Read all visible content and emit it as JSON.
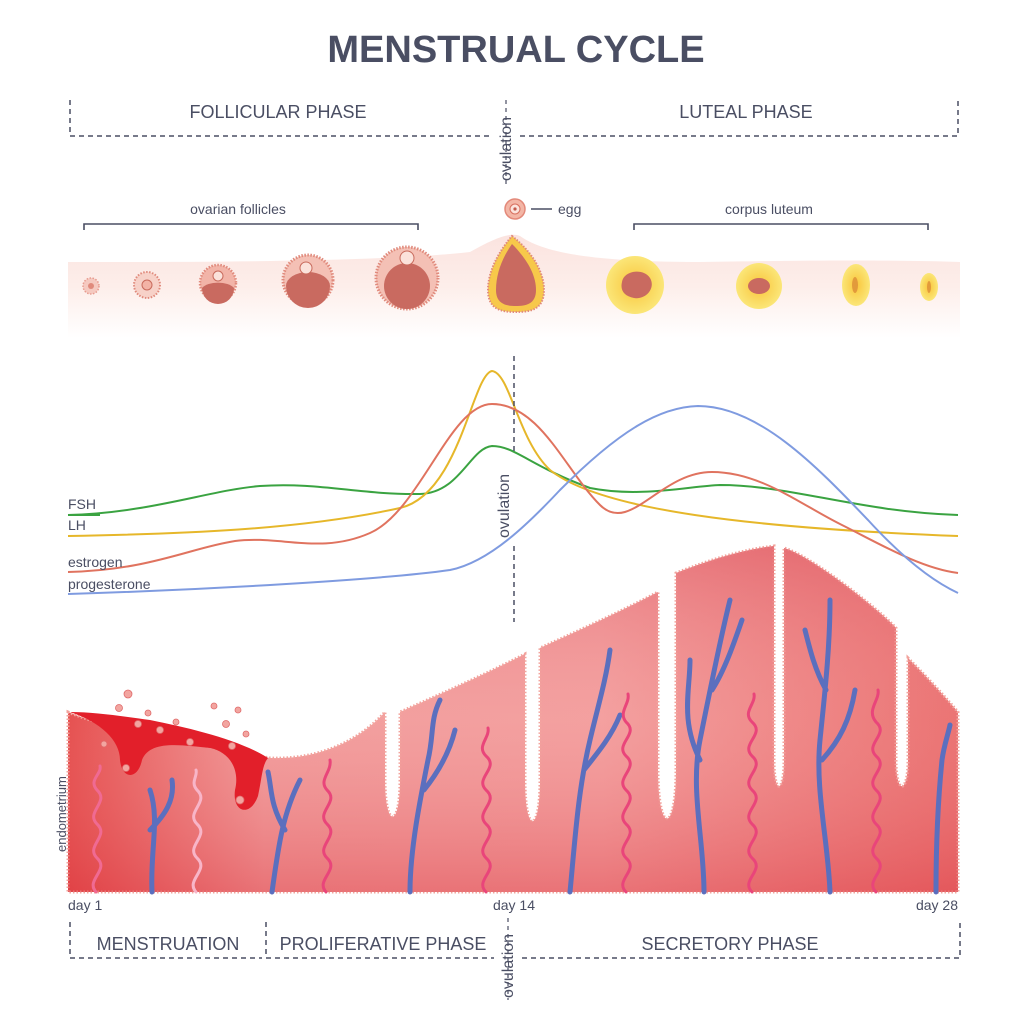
{
  "title": "MENSTRUAL CYCLE",
  "phases_top": {
    "follicular": "FOLLICULAR PHASE",
    "luteal": "LUTEAL PHASE"
  },
  "ovulation_label": "ovulation",
  "ovary": {
    "ovarian_follicles": "ovarian follicles",
    "egg": "egg",
    "corpus_luteum": "corpus luteum"
  },
  "hormones": {
    "fsh": "FSH",
    "lh": "LH",
    "estrogen": "estrogen",
    "progesterone": "progesterone"
  },
  "endometrium_label": "endometrium",
  "days": {
    "day1": "day 1",
    "day14": "day 14",
    "day28": "day 28"
  },
  "phases_bottom": {
    "menstruation": "MENSTRUATION",
    "proliferative": "PROLIFERATIVE PHASE",
    "secretory": "SECRETORY PHASE"
  },
  "colors": {
    "fsh": "#3aa341",
    "lh": "#e6b72a",
    "estrogen": "#e0735f",
    "progesterone": "#7f9be0",
    "endometrium": "#e8757a",
    "vein": "#5b6fbe",
    "artery": "#e9457a",
    "text": "#4a4e63"
  }
}
